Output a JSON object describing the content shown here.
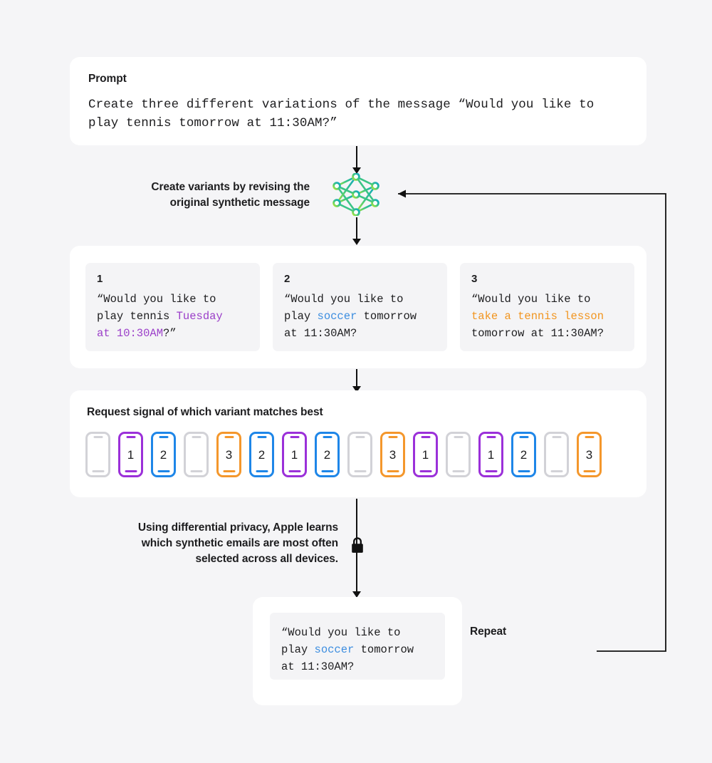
{
  "theme": {
    "page_background": "#f5f5f7",
    "card_background": "#ffffff",
    "inner_box_background": "#f4f4f6",
    "text_color": "#1d1d1f",
    "accent_purple": "#9b3fc9",
    "accent_blue": "#3d8ee0",
    "accent_orange": "#f2951f",
    "phone_inactive": "#d2d2d7",
    "phone_purple": "#9b30d9",
    "phone_blue": "#1e86e8",
    "phone_orange": "#f4972c",
    "arrow_color": "#111111"
  },
  "prompt": {
    "label": "Prompt",
    "text": "Create three different variations of the message “Would you like to play tennis tomorrow at 11:30AM?”"
  },
  "steps": {
    "create_variants": "Create variants by revising the\noriginal synthetic message",
    "differential_privacy": "Using differential privacy, Apple learns\nwhich synthetic emails are most often\nselected across all devices.",
    "repeat": "Repeat"
  },
  "icons": {
    "neural_network": "neural-network-icon",
    "lock": "lock-icon",
    "arrow_down": "arrow-down-icon",
    "arrow_left": "arrow-left-icon"
  },
  "variants": {
    "items": [
      {
        "number": "1",
        "segments": [
          {
            "text": "“Would you like to\nplay tennis ",
            "style": "plain"
          },
          {
            "text": "Tuesday\nat 10:30AM",
            "style": "purple"
          },
          {
            "text": "?”",
            "style": "plain"
          }
        ]
      },
      {
        "number": "2",
        "segments": [
          {
            "text": "“Would you like to\nplay ",
            "style": "plain"
          },
          {
            "text": "soccer",
            "style": "blue"
          },
          {
            "text": " tomorrow\nat 11:30AM?",
            "style": "plain"
          }
        ]
      },
      {
        "number": "3",
        "segments": [
          {
            "text": "“Would you like to\n",
            "style": "plain"
          },
          {
            "text": "take a tennis lesson",
            "style": "orange"
          },
          {
            "text": "\ntomorrow at 11:30AM?",
            "style": "plain"
          }
        ]
      }
    ]
  },
  "signal": {
    "title": "Request signal of which variant matches best",
    "phones": [
      {
        "value": "",
        "color": "inactive"
      },
      {
        "value": "1",
        "color": "purple"
      },
      {
        "value": "2",
        "color": "blue"
      },
      {
        "value": "",
        "color": "inactive"
      },
      {
        "value": "3",
        "color": "orange"
      },
      {
        "value": "2",
        "color": "blue"
      },
      {
        "value": "1",
        "color": "purple"
      },
      {
        "value": "2",
        "color": "blue"
      },
      {
        "value": "",
        "color": "inactive"
      },
      {
        "value": "3",
        "color": "orange"
      },
      {
        "value": "1",
        "color": "purple"
      },
      {
        "value": "",
        "color": "inactive"
      },
      {
        "value": "1",
        "color": "purple"
      },
      {
        "value": "2",
        "color": "blue"
      },
      {
        "value": "",
        "color": "inactive"
      },
      {
        "value": "3",
        "color": "orange"
      }
    ]
  },
  "result": {
    "segments": [
      {
        "text": "“Would you like to\nplay ",
        "style": "plain"
      },
      {
        "text": "soccer",
        "style": "blue"
      },
      {
        "text": " tomorrow\nat 11:30AM?",
        "style": "plain"
      }
    ]
  }
}
